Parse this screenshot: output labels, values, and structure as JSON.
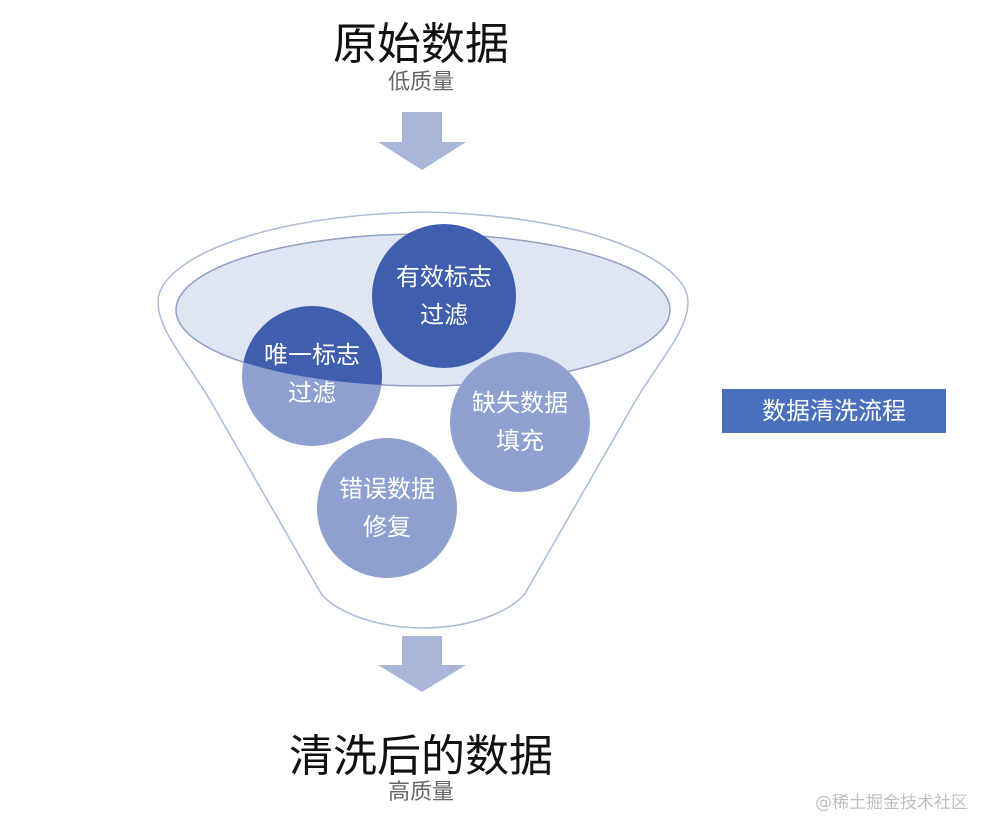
{
  "diagram": {
    "input": {
      "title": "原始数据",
      "subtitle": "低质量"
    },
    "output": {
      "title": "清洗后的数据",
      "subtitle": "高质量"
    },
    "steps": [
      {
        "line1": "有效标志",
        "line2": "过滤"
      },
      {
        "line1": "唯一标志",
        "line2": "过滤"
      },
      {
        "line1": "缺失数据",
        "line2": "填充"
      },
      {
        "line1": "错误数据",
        "line2": "修复"
      }
    ],
    "legend": "数据清洗流程",
    "watermark": "@稀土掘金技术社区"
  },
  "colors": {
    "arrow": "#aab6d9",
    "funnel_outline": "#a8bbd8",
    "funnel_fill": "#dfe5f3",
    "circle_dark": "#3f5fae",
    "circle_light": "#8fa0d0",
    "legend_bg": "#4a6fbd"
  }
}
